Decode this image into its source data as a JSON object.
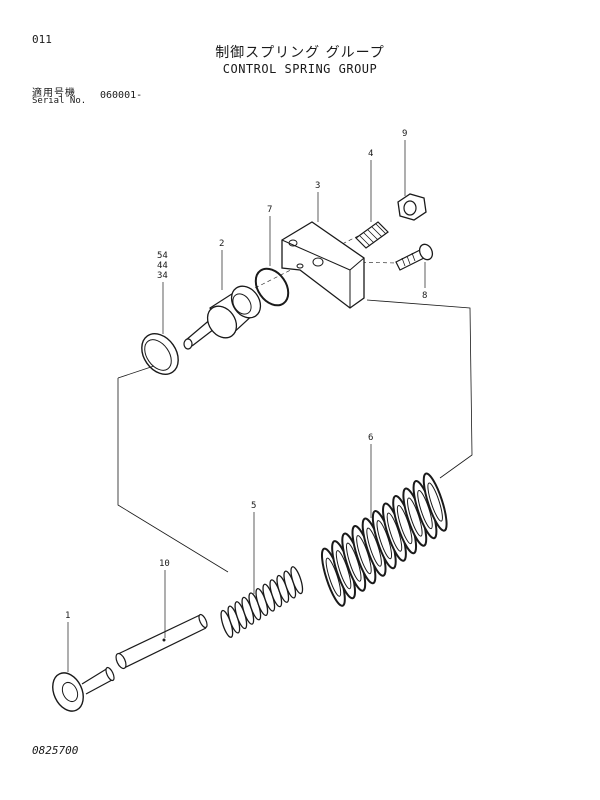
{
  "header": {
    "page_number": "011",
    "title_jp": "制御スプリング グループ",
    "title_en": "CONTROL SPRING GROUP",
    "serial_label_jp": "適用号機",
    "serial_label_en": "Serial No.",
    "serial_value": "060001-"
  },
  "callouts": {
    "c1": "1",
    "c2": "2",
    "c3": "3",
    "c4": "4",
    "c5": "5",
    "c6": "6",
    "c7": "7",
    "c8": "8",
    "c9": "9",
    "c10": "10",
    "c54": "54",
    "c44": "44",
    "c34": "34"
  },
  "footer": {
    "figure_code": "0825700"
  }
}
